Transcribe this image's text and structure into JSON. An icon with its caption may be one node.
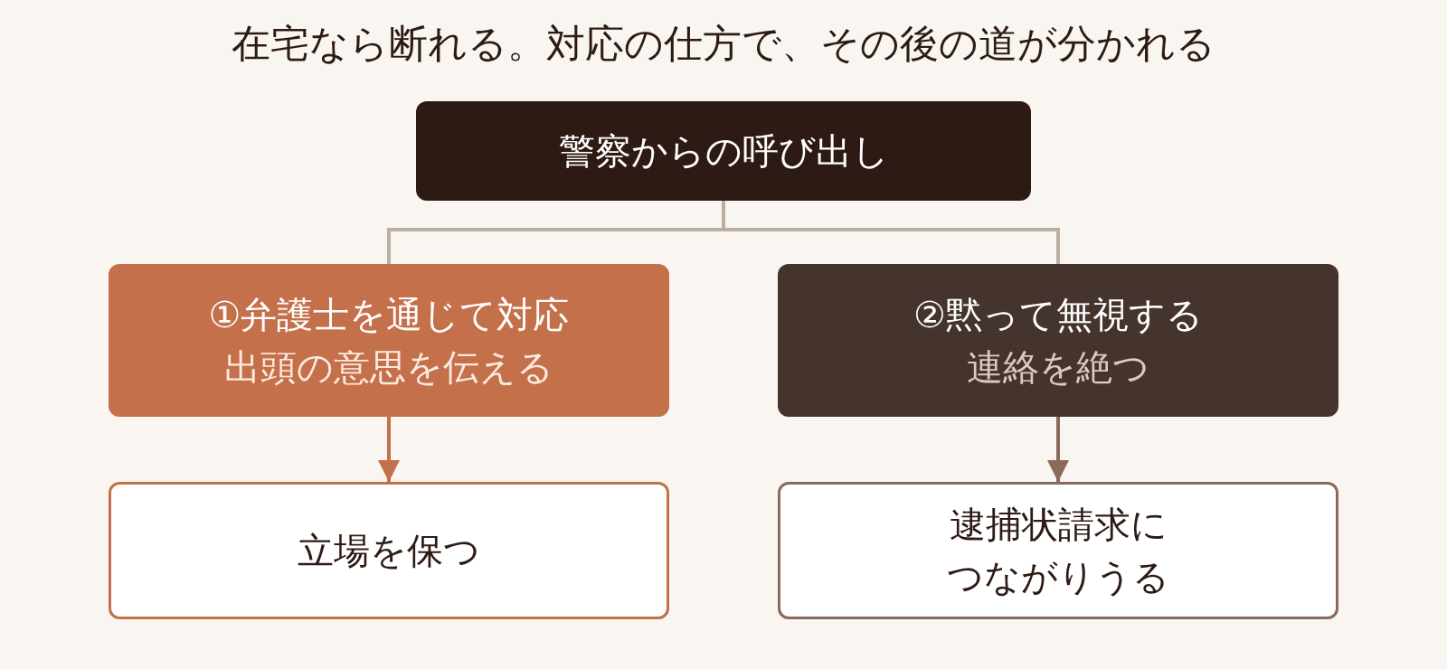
{
  "diagram": {
    "title": "在宅なら断れる。対応の仕方で、その後の道が分かれる",
    "nodes": [
      {
        "text": [
          "警察からの呼び出し"
        ]
      },
      {
        "text": [
          "①弁護士を通じて対応",
          "出頭の意思を伝える"
        ]
      },
      {
        "text": [
          "②黙って無視する",
          "連絡を絶つ"
        ]
      },
      {
        "text": [
          "立場を保つ"
        ]
      },
      {
        "text": [
          "逮捕状請求につながりうる"
        ]
      }
    ],
    "edges": [
      {
        "from": 0,
        "to": 1,
        "arrow": "none",
        "color": "#bcaea1"
      },
      {
        "from": 0,
        "to": 2,
        "arrow": "none",
        "color": "#bcaea1"
      },
      {
        "from": 1,
        "to": 3,
        "arrow": "to",
        "color": "#c4704a"
      },
      {
        "from": 2,
        "to": 4,
        "arrow": "to",
        "color": "#8a6a5a"
      }
    ]
  }
}
